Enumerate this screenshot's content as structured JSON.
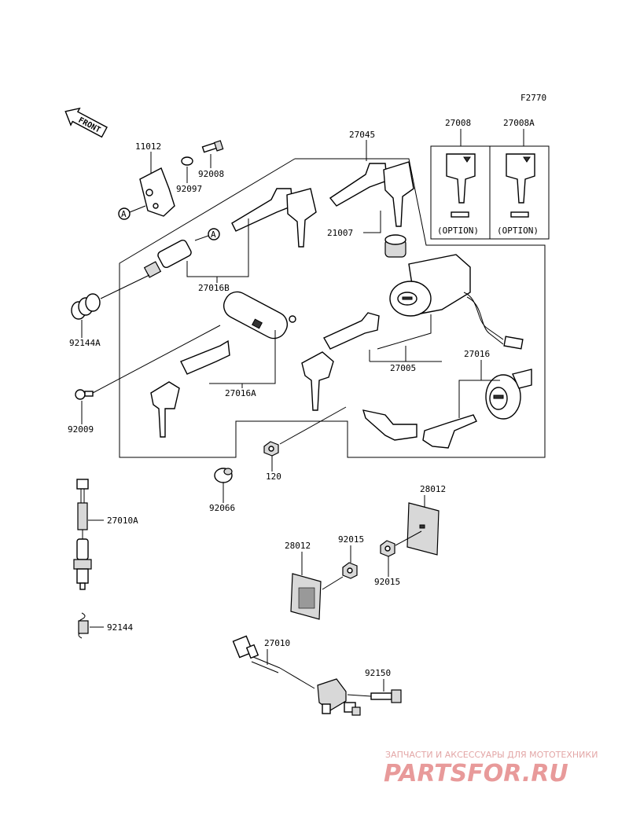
{
  "figure_code": "F2770",
  "front_label": "FRONT",
  "ref_marker": "A",
  "option_label": "(OPTION)",
  "parts": {
    "p11012": "11012",
    "p92097": "92097",
    "p92008": "92008",
    "p27045": "27045",
    "p27008": "27008",
    "p27008A": "27008A",
    "p21007": "21007",
    "p27016B": "27016B",
    "p92144A": "92144A",
    "p27016A": "27016A",
    "p27005": "27005",
    "p27016": "27016",
    "p92009": "92009",
    "p120": "120",
    "p92066": "92066",
    "p27010A": "27010A",
    "p28012a": "28012",
    "p28012b": "28012",
    "p92015a": "92015",
    "p92015b": "92015",
    "p92144": "92144",
    "p27010": "27010",
    "p92150": "92150"
  },
  "watermark": {
    "top_text": "ЗАПЧАСТИ И АКСЕССУАРЫ ДЛЯ МОТОТЕХНИКИ",
    "logo_text": "PARTSFOR.RU"
  }
}
